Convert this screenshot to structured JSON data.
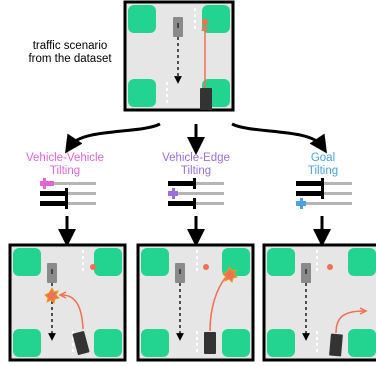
{
  "scenario_caption": {
    "line1": "traffic scenario",
    "line2": "from the dataset"
  },
  "tiltings": [
    {
      "line1": "Vehicle-Vehicle",
      "line2": "Tilting",
      "color": "#e066d8"
    },
    {
      "line1": "Vehicle-Edge",
      "line2": "Tilting",
      "color": "#9a6ee0"
    },
    {
      "line1": "Goal",
      "line2": "Tilting",
      "color": "#4aa3e0"
    }
  ],
  "colors": {
    "grass": "#22d48f",
    "road": "#e6e6e6",
    "trajectory": "#f07050",
    "vehicle_dark": "#333333",
    "vehicle_gray": "#8a8a8a",
    "slider_track": "#b5b5b5",
    "slider_bar": "#000000"
  },
  "icons": {
    "collision": "collision-burst-icon",
    "goal": "goal-dot-icon"
  }
}
